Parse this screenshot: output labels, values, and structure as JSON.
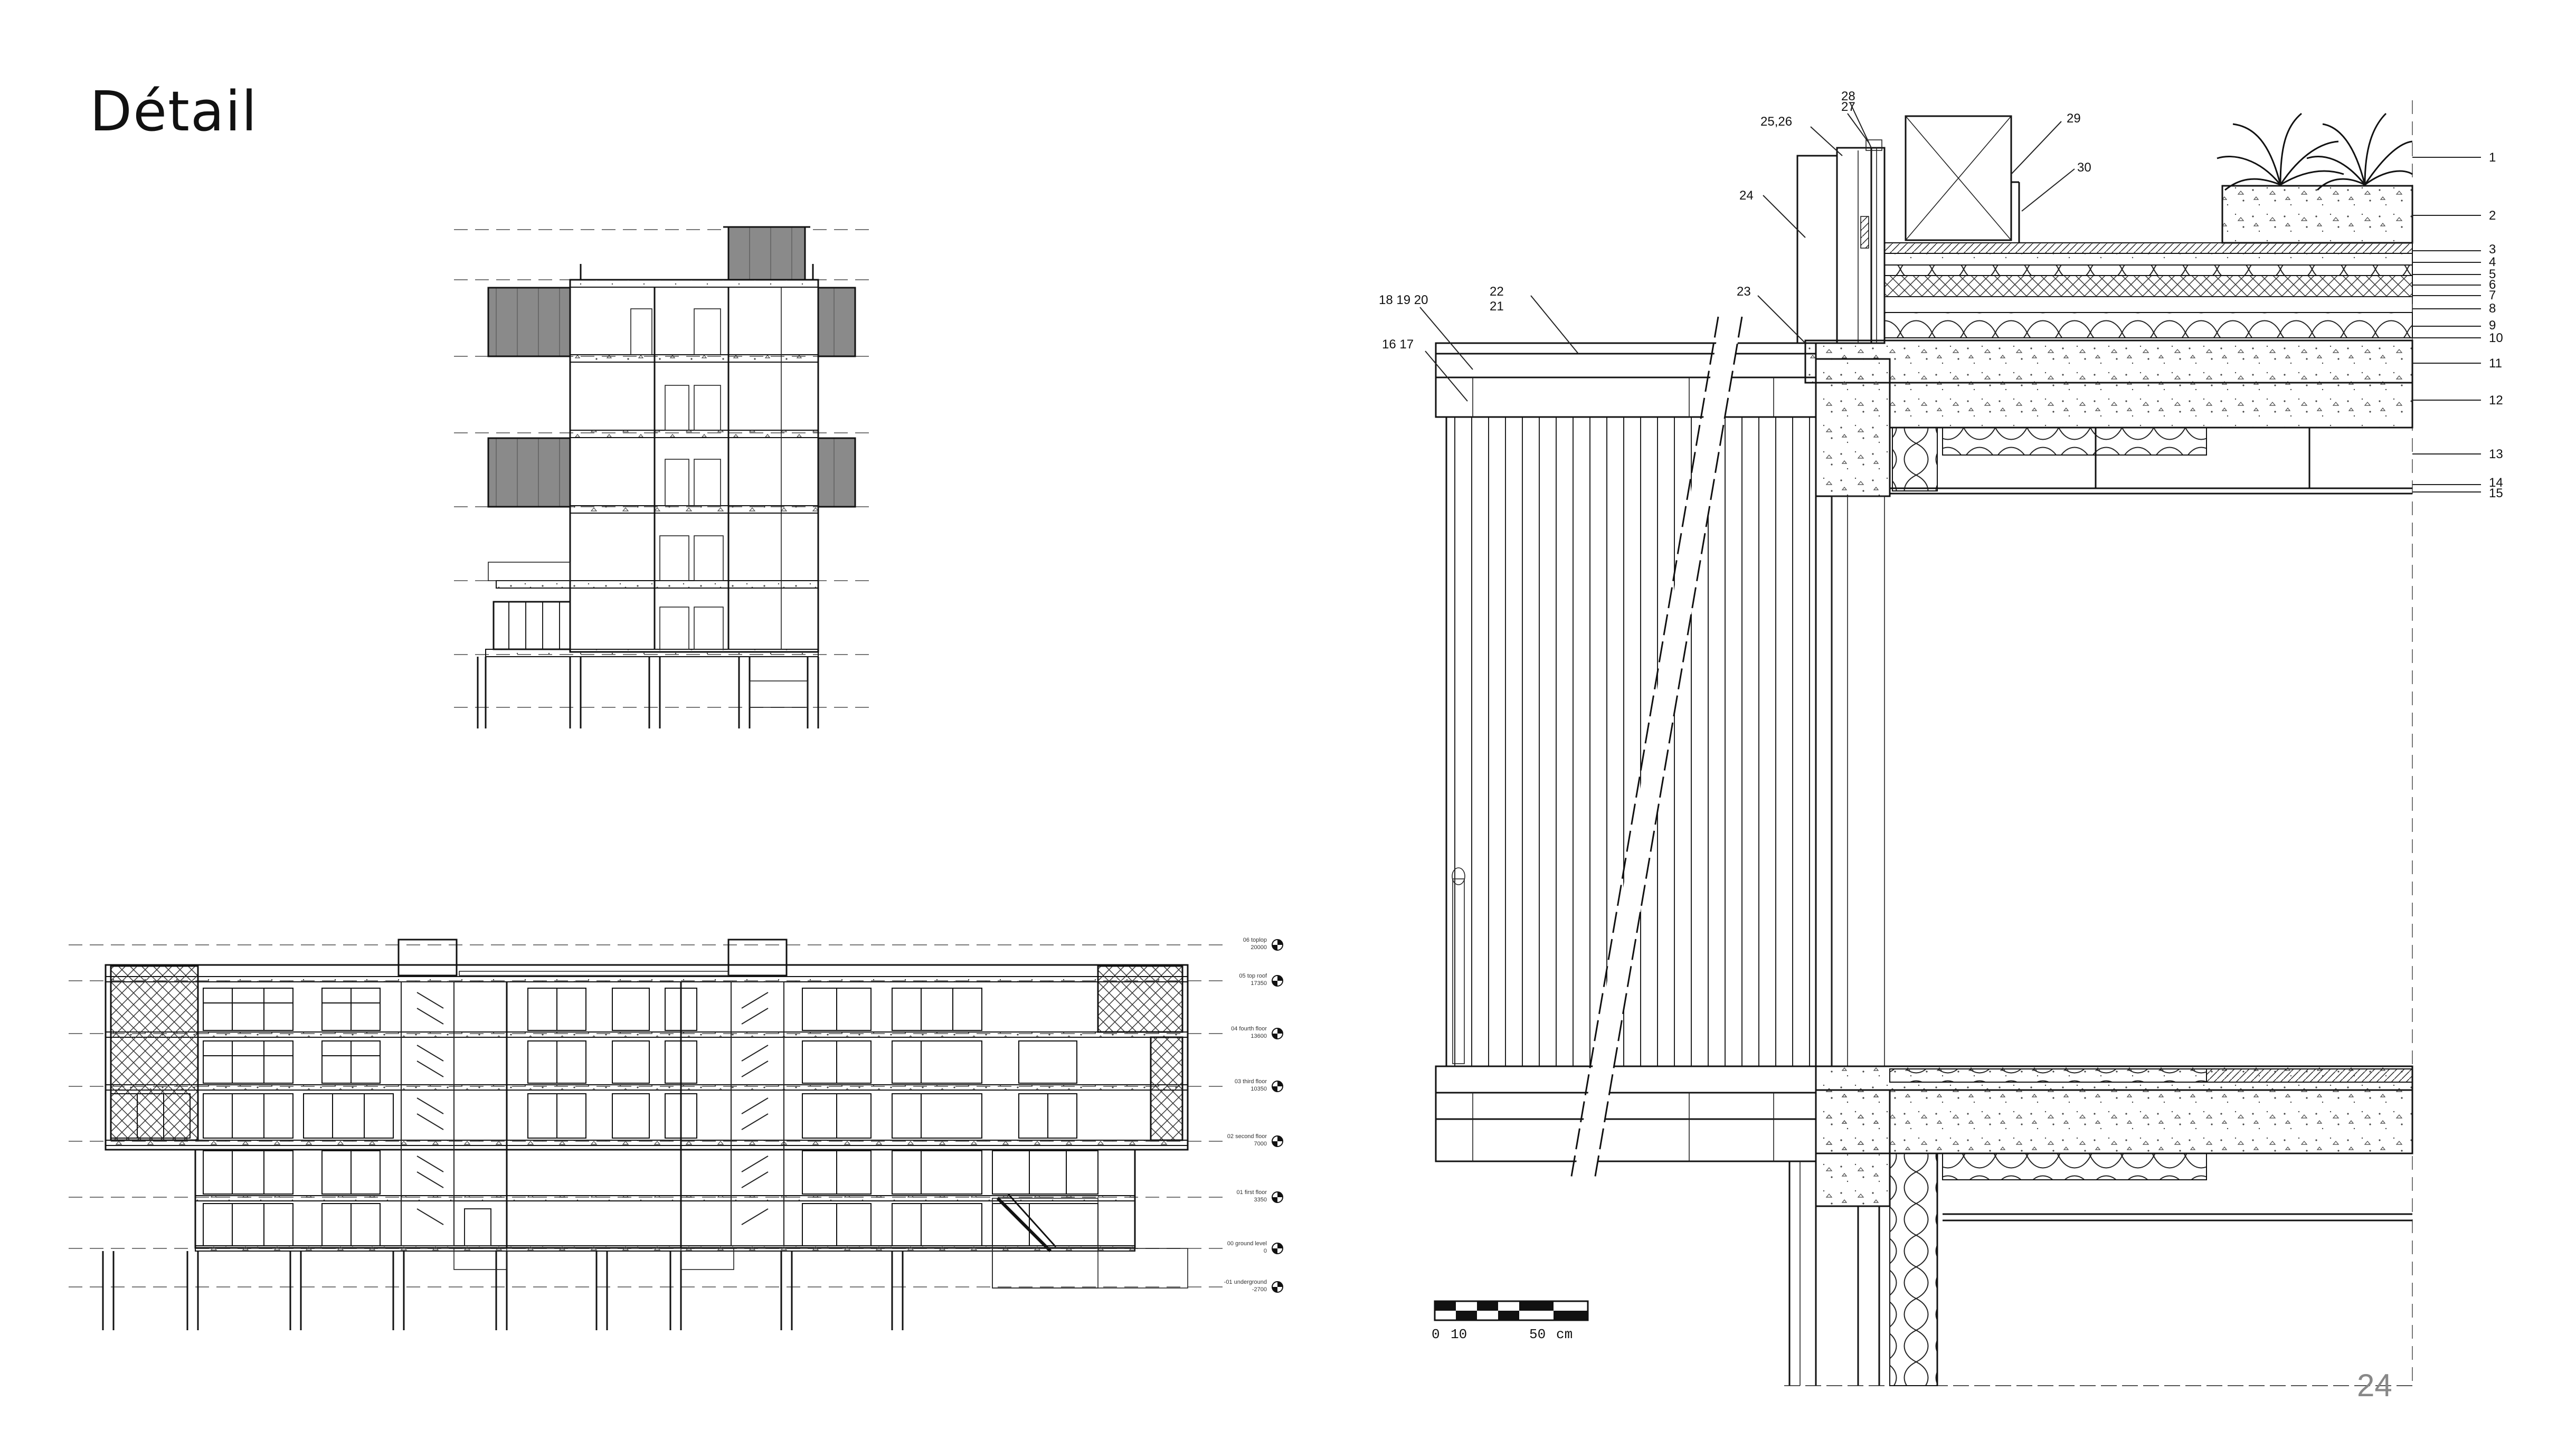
{
  "page": {
    "title": "Détail",
    "page_number": "24"
  },
  "elevation_levels": [
    {
      "name": "06 toplop",
      "height": "20000"
    },
    {
      "name": "05 top roof",
      "height": "17350"
    },
    {
      "name": "04 fourth floor",
      "height": "13600"
    },
    {
      "name": "03 third floor",
      "height": "10350"
    },
    {
      "name": "02 second floor",
      "height": "7000"
    },
    {
      "name": "01 first floor",
      "height": "3350"
    },
    {
      "name": "00 ground level",
      "height": "0"
    },
    {
      "name": "-01 underground",
      "height": "-2700"
    }
  ],
  "detail_callouts": {
    "right": [
      "1",
      "2",
      "3",
      "4",
      "5",
      "6",
      "7",
      "8",
      "9",
      "10",
      "11",
      "12",
      "13",
      "14",
      "15"
    ],
    "top": {
      "c28": "28",
      "c27": "27",
      "c2526": "25,26",
      "c29": "29",
      "c30": "30",
      "c24": "24",
      "c23": "23",
      "c181920": "18 19 20",
      "c22": "22",
      "c21": "21",
      "c1617": "16 17"
    }
  },
  "scale_bar": {
    "label_0": "0",
    "label_10": "10",
    "label_50": "50",
    "unit": "cm"
  }
}
